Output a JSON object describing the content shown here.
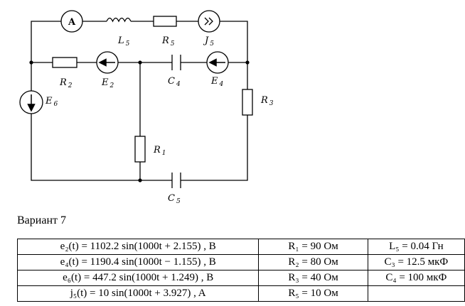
{
  "labels": {
    "ammeter": "A",
    "L5": {
      "main": "L",
      "sub": "5"
    },
    "R5": {
      "main": "R",
      "sub": "5"
    },
    "J5": {
      "main": "J",
      "sub": "5"
    },
    "R2": {
      "main": "R",
      "sub": "2"
    },
    "E2": {
      "main": "E",
      "sub": "2"
    },
    "C4": {
      "main": "C",
      "sub": "4"
    },
    "E4": {
      "main": "E",
      "sub": "4"
    },
    "E6": {
      "main": "E",
      "sub": "6"
    },
    "R3": {
      "main": "R",
      "sub": "3"
    },
    "R1": {
      "main": "R",
      "sub": "1"
    },
    "C5": {
      "main": "C",
      "sub": "5"
    }
  },
  "variant": "Вариант 7",
  "table": {
    "rows": [
      [
        "e₂(t) = 1102.2 sin(1000t + 2.155) , B",
        "R₁ = 90 Ом",
        "L₅ = 0.04 Гн"
      ],
      [
        "e₄(t) = 1190.4 sin(1000t − 1.155) , B",
        "R₂ = 80 Ом",
        "C₃ = 12.5 мкФ"
      ],
      [
        "e₆(t) = 447.2 sin(1000t + 1.249) , B",
        "R₃ = 40 Ом",
        "C₄ = 100 мкФ"
      ],
      [
        "j₅(t) = 10 sin(1000t + 3.927) , A",
        "R₅ = 10 Ом",
        ""
      ]
    ]
  }
}
